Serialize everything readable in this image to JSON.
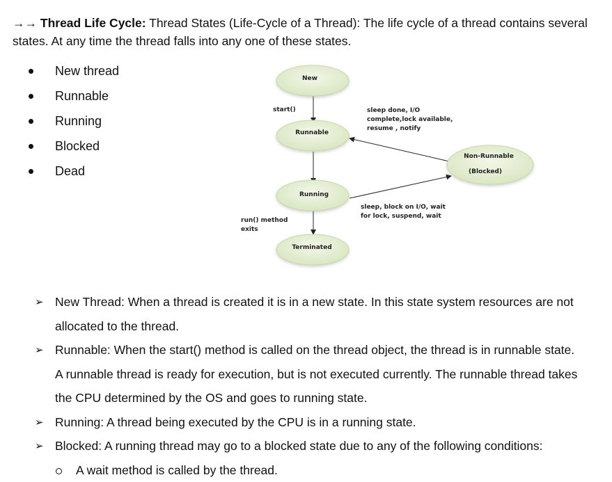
{
  "intro": {
    "arrows": "→→",
    "heading": "Thread Life Cycle:",
    "text": " Thread States (Life-Cycle of a Thread): The life cycle of a thread contains several states. At any time the thread falls into any one of these states."
  },
  "states": [
    "New thread",
    "Runnable",
    "Running",
    "Blocked",
    "Dead"
  ],
  "diagram": {
    "nodes": {
      "new": "New",
      "runnable": "Runnable",
      "running": "Running",
      "terminated": "Terminated",
      "non_runnable_1": "Non-Runnable",
      "non_runnable_2": "(Blocked)"
    },
    "labels": {
      "start": "start()",
      "sleep_done_1": "sleep done, I/O",
      "sleep_done_2": "complete,lock available,",
      "sleep_done_3": "resume , notify",
      "sleep_block_1": "sleep, block on I/O, wait",
      "sleep_block_2": "for lock, suspend,  wait",
      "run_exits_1": "run() method",
      "run_exits_2": "exits"
    },
    "colors": {
      "node_fill": "#eaf1dd",
      "node_fill_edge": "#d7e4bd",
      "node_stroke": "#c3d69b"
    }
  },
  "details": [
    {
      "type": "arrow",
      "lines": [
        "New Thread: When a thread is created it is in a new state. In this state system resources are not",
        "allocated to the thread."
      ]
    },
    {
      "type": "arrow",
      "lines": [
        "Runnable: When the start() method is called on the thread object, the thread is in runnable state.",
        "A runnable thread is ready for execution, but is not executed currently. The runnable thread takes",
        "the CPU determined by the OS and goes to running state."
      ]
    },
    {
      "type": "arrow",
      "lines": [
        "Running: A thread being executed by the CPU is in a running state."
      ]
    },
    {
      "type": "arrow",
      "lines": [
        "Blocked: A running thread may go to a blocked state due to any of the following conditions:"
      ]
    },
    {
      "type": "sub",
      "lines": [
        "A wait method is called by the thread."
      ]
    }
  ]
}
